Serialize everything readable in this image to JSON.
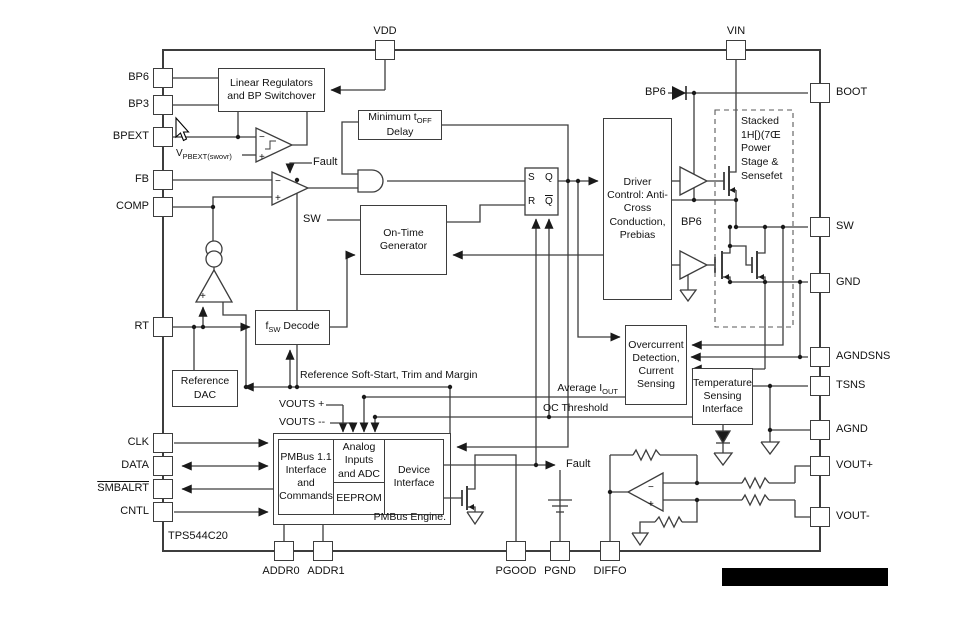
{
  "device_label": "TPS544C20",
  "symbols": {
    "plus": "+",
    "minus": "−"
  },
  "pins": {
    "left": [
      {
        "label": "BP6"
      },
      {
        "label": "BP3"
      },
      {
        "label": "BPEXT"
      },
      {
        "label": "FB"
      },
      {
        "label": "COMP"
      },
      {
        "label": "RT"
      },
      {
        "label": "CLK"
      },
      {
        "label": "DATA"
      },
      {
        "label": "SMBALRT"
      },
      {
        "label": "CNTL"
      }
    ],
    "right": [
      {
        "label": "BOOT"
      },
      {
        "label": "SW"
      },
      {
        "label": "GND"
      },
      {
        "label": "AGNDSNS"
      },
      {
        "label": "TSNS"
      },
      {
        "label": "AGND"
      },
      {
        "label": "VOUT+"
      },
      {
        "label": "VOUT-"
      }
    ],
    "top": [
      {
        "label": "VDD"
      },
      {
        "label": "VIN"
      }
    ],
    "bottom": [
      {
        "label": "ADDR0"
      },
      {
        "label": "ADDR1"
      },
      {
        "label": "PGOOD"
      },
      {
        "label": "PGND"
      },
      {
        "label": "DIFFO"
      }
    ]
  },
  "blocks": {
    "linear_regulators": "Linear Regulators and BP Switchover",
    "min_toff": {
      "pre": "Minimum t",
      "sub": "OFF",
      "line2": "Delay"
    },
    "on_time_generator": "On-Time Generator",
    "fsw_decode": {
      "pre": "f",
      "sub": "SW",
      "post": " Decode"
    },
    "reference_dac": "Reference DAC",
    "driver_control": "Driver Control: Anti-Cross Conduction, Prebias",
    "overcurrent": "Overcurrent Detection, Current Sensing",
    "temperature": "Temperature Sensing Interface",
    "stacked_power_stage": [
      "Stacked",
      "1H[)(7Œ",
      "Power",
      "Stage &",
      "Sensefet"
    ],
    "pmbus_interface": "PMBus 1.1 Interface and Commands",
    "analog_adc": "Analog Inputs and ADC",
    "eeprom": "EEPROM",
    "device_interface": "Device Interface",
    "pmbus_engine": "PMBus Engine."
  },
  "latch": {
    "s": "S",
    "r": "R",
    "q": "Q",
    "qbar": "Q"
  },
  "signals": {
    "fault_comparator": "Fault",
    "fault_output": "Fault",
    "sw_input": "SW",
    "bp6_boot": "BP6",
    "bp6_lowside": "BP6",
    "vpbext": {
      "pre": "V",
      "sub": "PBEXT(swovr)"
    },
    "reference_bus": "Reference Soft-Start, Trim and Margin",
    "average_iout": {
      "pre": "Average I",
      "sub": "OUT"
    },
    "oc_threshold": "OC Threshold",
    "vouts_plus": "VOUTS +",
    "vouts_minus": "VOUTS --"
  }
}
